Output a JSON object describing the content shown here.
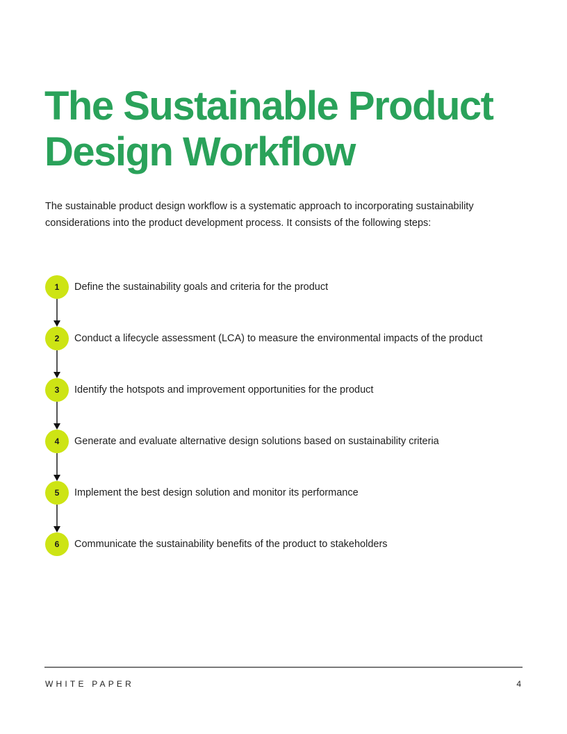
{
  "page": {
    "title": "The Sustainable Product Design Workflow",
    "intro": "The sustainable product design workflow is a systematic approach to incorporating sustainability considerations into the product development process. It consists of the following steps:"
  },
  "workflow": {
    "accent_color": "#cde414",
    "title_color": "#2aa25a",
    "steps": [
      {
        "number": "1",
        "text": "Define the sustainability goals and criteria for the product"
      },
      {
        "number": "2",
        "text": "Conduct a lifecycle assessment (LCA) to measure the environmental impacts of the product"
      },
      {
        "number": "3",
        "text": "Identify the hotspots and improvement opportunities for the product"
      },
      {
        "number": "4",
        "text": "Generate and evaluate alternative design solutions based on sustainability criteria"
      },
      {
        "number": "5",
        "text": "Implement the best design solution and monitor its performance"
      },
      {
        "number": "6",
        "text": "Communicate the sustainability benefits of the product to stakeholders"
      }
    ]
  },
  "footer": {
    "label": "WHITE PAPER",
    "page_number": "4"
  }
}
